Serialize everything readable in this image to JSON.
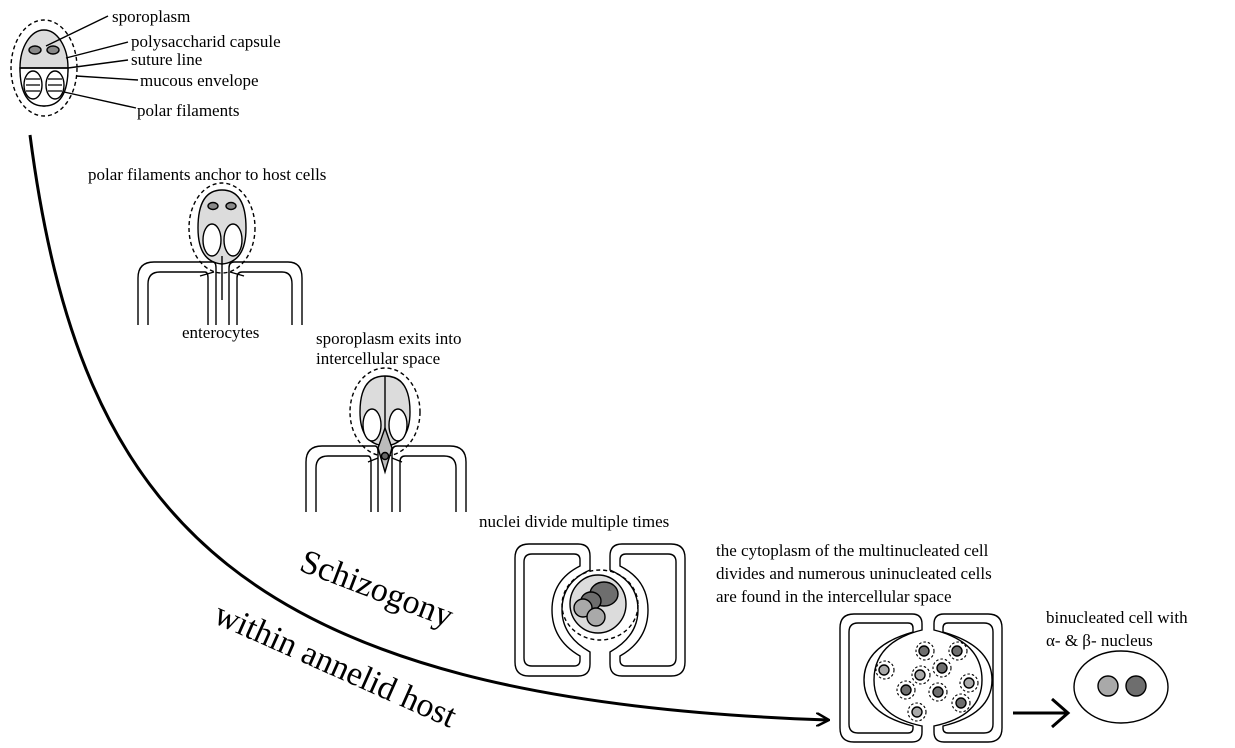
{
  "spore_labels": {
    "sporoplasm": "sporoplasm",
    "capsule": "polysaccharid capsule",
    "suture": "suture line",
    "envelope": "mucous envelope",
    "filaments": "polar filaments"
  },
  "stages": {
    "anchor": "polar filaments anchor to host cells",
    "enterocytes": "enterocytes",
    "exit_line1": "sporoplasm exits into",
    "exit_line2": "intercellular space",
    "nuclei": "nuclei divide multiple times",
    "cyto_line1": "the cytoplasm of the multinucleated cell",
    "cyto_line2": "divides and numerous uninucleated cells",
    "cyto_line3": "are found in the intercellular space",
    "binuc_line1": "binucleated cell with",
    "binuc_line2": "α- & β- nucleus"
  },
  "arc_labels": {
    "schizogony": "Schizogony",
    "host": "within annelid host"
  },
  "colors": {
    "line": "#000000",
    "cytoplasm": "#dcdcdc",
    "nucleus_light": "#a9a9a9",
    "nucleus_dark": "#6e6e6e"
  }
}
